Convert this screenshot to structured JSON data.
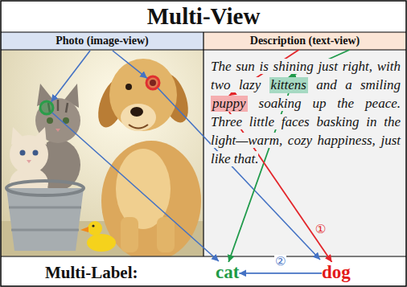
{
  "diagram": {
    "title": "Multi-View",
    "nodes": [
      {
        "text": [
          "Photo (image-view)"
        ]
      },
      {
        "text": [
          "Description (text-view)"
        ]
      },
      {
        "text": [
          "The sun is shining just right, with two lazy",
          "and a smiling",
          "soaking up the peace. Three little faces basking in the light—warm, cozy happiness, just like that."
        ]
      },
      {
        "text": [
          "kittens"
        ],
        "in": 2
      },
      {
        "text": [
          "puppy"
        ],
        "in": 2
      },
      {
        "text": [
          "cat"
        ]
      },
      {
        "text": [
          "dog"
        ]
      }
    ],
    "edges": [
      {
        "from": 1,
        "to": 3,
        "arrow": "to"
      },
      {
        "from": 1,
        "to": 4,
        "arrow": "to"
      },
      {
        "from": 3,
        "to": 5,
        "arrow": "to"
      },
      {
        "from": 4,
        "to": 6,
        "arrow": "to",
        "label": "①"
      },
      {
        "from": 6,
        "to": 5,
        "arrow": "to",
        "label": "②"
      }
    ],
    "labels": [
      "Multi-Label:"
    ]
  }
}
